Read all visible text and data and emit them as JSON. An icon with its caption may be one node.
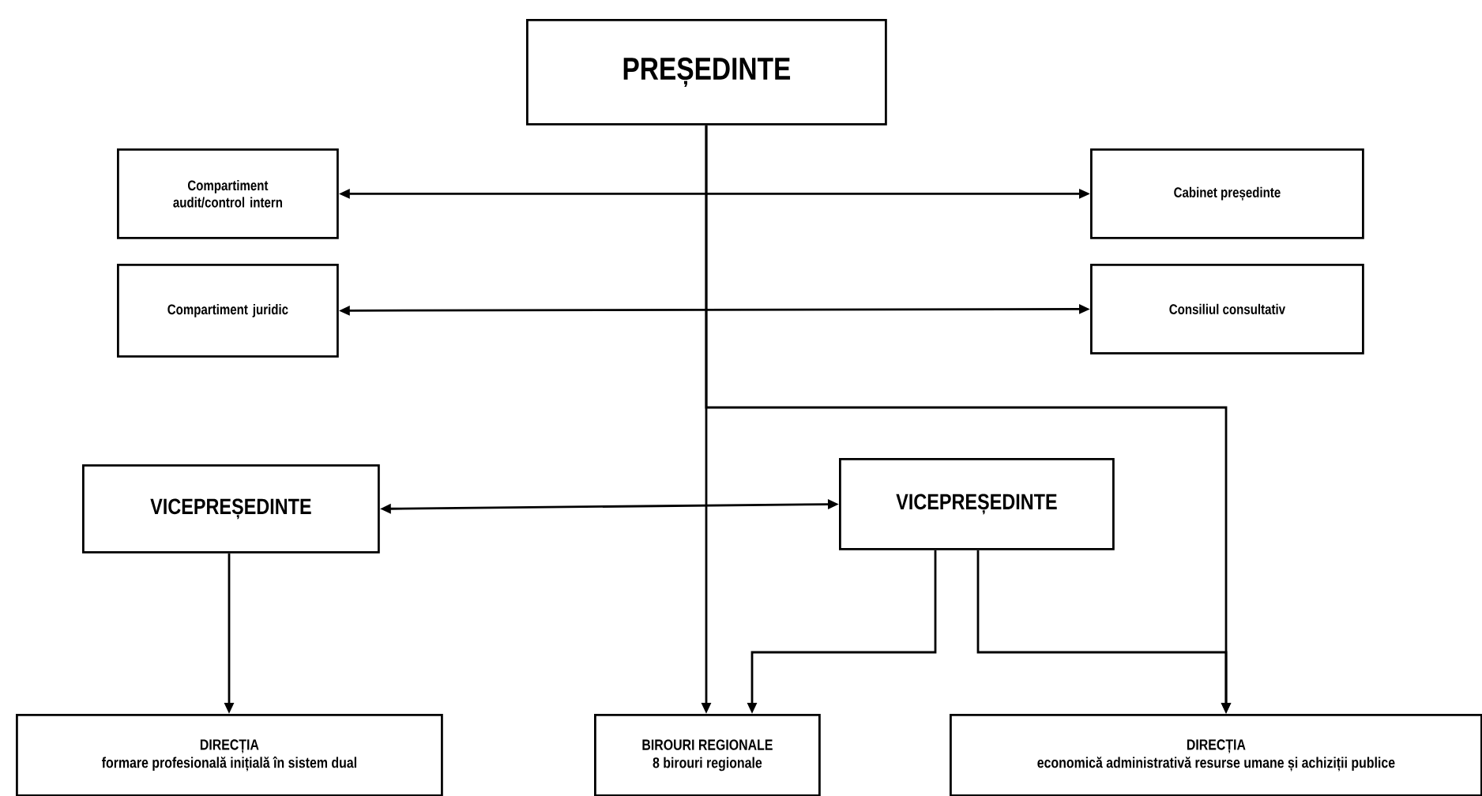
{
  "diagram": {
    "nodes": [
      {
        "text": [
          "PREȘEDINTE"
        ]
      },
      {
        "text": [
          "Compartiment audit/control intern"
        ]
      },
      {
        "text": [
          "Cabinet președinte"
        ]
      },
      {
        "text": [
          "Compartiment juridic"
        ]
      },
      {
        "text": [
          "Consiliul consultativ"
        ]
      },
      {
        "text": [
          "VICEPREȘEDINTE"
        ]
      },
      {
        "text": [
          "VICEPREȘEDINTE"
        ]
      },
      {
        "text": [
          "DIRECȚIA",
          "formare profesională inițială în sistem dual"
        ]
      },
      {
        "text": [
          "BIROURI REGIONALE",
          "8 birouri regionale"
        ]
      },
      {
        "text": [
          "DIRECȚIA",
          "economică administrativă resurse umane și achiziții publice"
        ]
      }
    ],
    "edges": [
      {
        "from": 1,
        "to": 2,
        "arrow": "both"
      },
      {
        "from": 3,
        "to": 4,
        "arrow": "both"
      },
      {
        "from": 5,
        "to": 6,
        "arrow": "both"
      },
      {
        "from": 0,
        "to": 8,
        "arrow": "to"
      },
      {
        "from": 0,
        "to": 9,
        "arrow": "to"
      },
      {
        "from": 5,
        "to": 7,
        "arrow": "to"
      },
      {
        "from": 6,
        "to": 8,
        "arrow": "to"
      },
      {
        "from": 6,
        "to": 9,
        "arrow": "to"
      }
    ]
  }
}
